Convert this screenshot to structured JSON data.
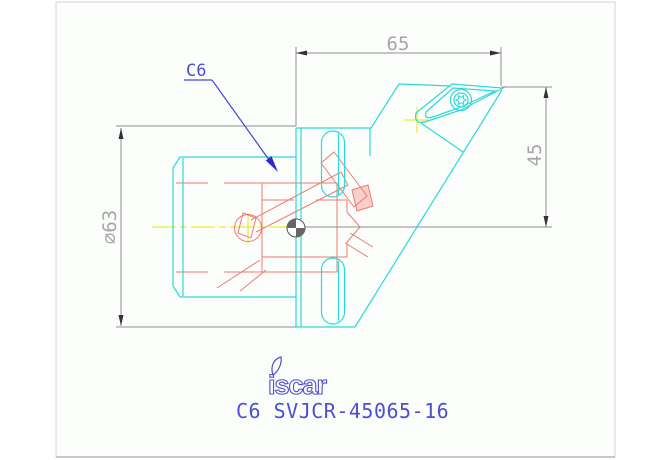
{
  "drawing": {
    "type": "technical-cad-drawing",
    "annotations": {
      "coupling_label": "C6"
    },
    "dimensions": {
      "overhang_length": "65",
      "tip_height": "45",
      "body_diameter": "∅63"
    },
    "footer": {
      "brand_logo": "iscar",
      "part_number": "C6 SVJCR-45065-16"
    },
    "colors": {
      "canvas_background": "#fbfefb",
      "canvas_border": "#d4d4d4",
      "body_outline_cyan": "#2bd9d9",
      "hidden_mechanism_red": "#ef7a72",
      "centerline_yellow": "#e8e800",
      "dimension_gray": "#8f8f8f",
      "dimension_text_gray": "#a6a6a6",
      "annotation_blue": "#4646d8",
      "brand_blue": "#5050cc"
    }
  }
}
